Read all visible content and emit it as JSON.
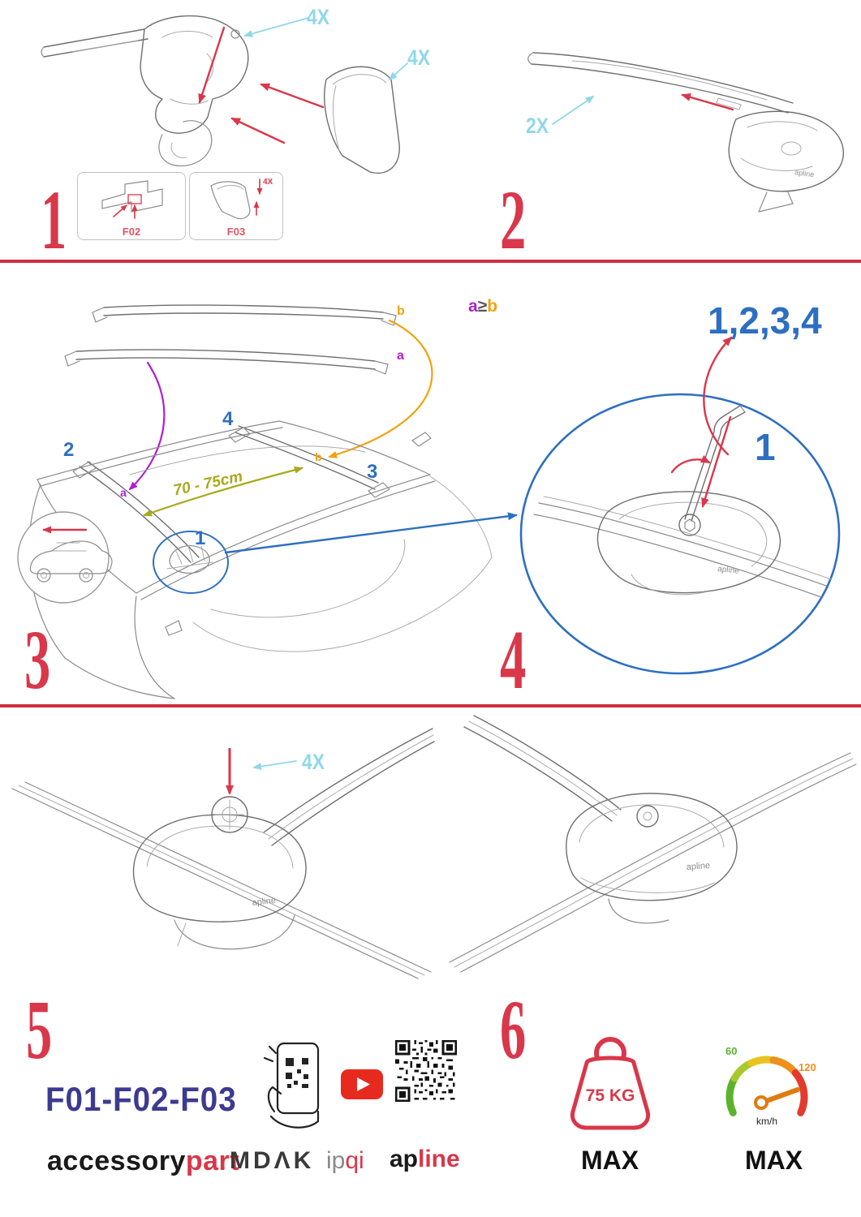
{
  "colors": {
    "red": "#d9374a",
    "cyan": "#8fd8ea",
    "blue": "#2d6fc1",
    "purple": "#b11fd0",
    "orange": "#f2a20c",
    "olive": "#a9a91e",
    "navy": "#3c3a90",
    "youtube_red": "#e62a1e",
    "speed_green": "#5cb32b",
    "speed_orange": "#ef8f1c"
  },
  "step1": {
    "number": "1",
    "qty_screw": "4X",
    "qty_cover": "4X",
    "inset1_label": "F02",
    "inset2_label": "F03",
    "inset2_qty": "4X"
  },
  "step2": {
    "number": "2",
    "qty": "2X",
    "logo": "apline"
  },
  "step3": {
    "number": "3",
    "bar_b": "b",
    "bar_a": "a",
    "rule_a": "a",
    "rule_gte": "≥",
    "rule_b": "b",
    "pos1": "1",
    "pos2": "2",
    "pos3": "3",
    "pos4": "4",
    "tag_a": "a",
    "tag_b": "b",
    "distance": "70 - 75cm"
  },
  "step4": {
    "number": "4",
    "sequence": "1,2,3,4",
    "first": "1",
    "logo": "apline"
  },
  "step5": {
    "number": "5",
    "qty": "4X",
    "logo": "apline"
  },
  "step6": {
    "number": "6",
    "logo": "apline"
  },
  "footer": {
    "codes": "F01-F02-F03",
    "brand_accessory": "accessory",
    "brand_part": "part",
    "brand_mdak": "MDΛK",
    "brand_ip": "ip",
    "brand_qi": "qi",
    "brand_ap": "ap",
    "brand_line": "line",
    "weight_value": "75 KG",
    "weight_max": "MAX",
    "speed_low": "60",
    "speed_high": "120",
    "speed_unit": "km/h",
    "speed_max": "MAX"
  }
}
